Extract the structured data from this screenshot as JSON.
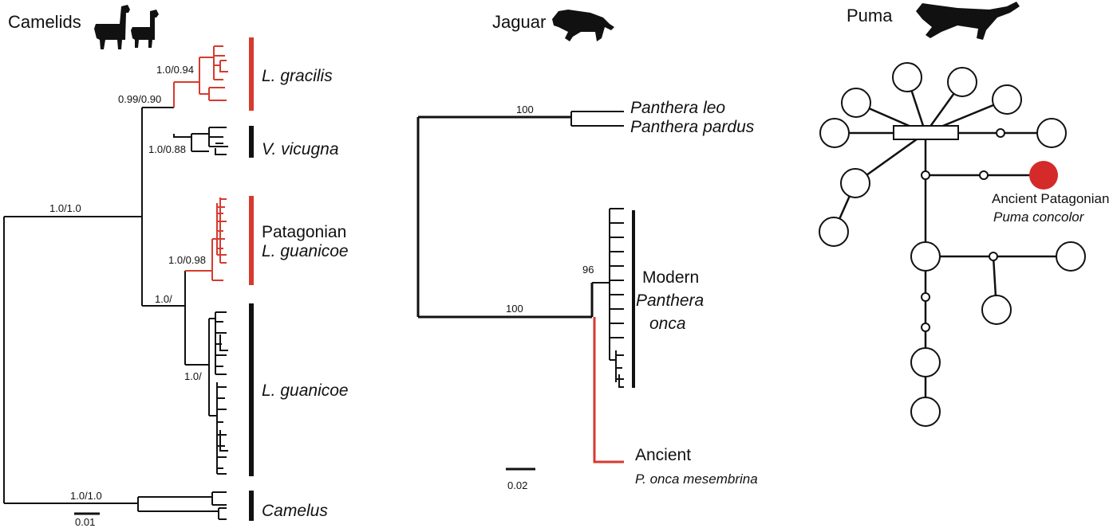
{
  "panels": {
    "camelids": {
      "title": "Camelids",
      "supports": {
        "root": "1.0/1.0",
        "main": "0.99/0.90",
        "gracilis": "1.0/0.94",
        "vicugna": "1.0/0.88",
        "patagonian": "1.0/0.98",
        "guanicoe_clade": "1.0/",
        "guanicoe_inner": "1.0/",
        "camelus": "1.0/1.0"
      },
      "taxa": {
        "gracilis": "L. gracilis",
        "vicugna": "V. vicugna",
        "patagonian_line1": "Patagonian",
        "patagonian_line2": "L. guanicoe",
        "guanicoe": "L. guanicoe",
        "camelus": "Camelus"
      },
      "scale_label": "0.01"
    },
    "jaguar": {
      "title": "Jaguar",
      "supports": {
        "root": "100",
        "outgroup": "100",
        "modern": "96"
      },
      "taxa": {
        "leo": "Panthera leo",
        "pardus": "Panthera pardus",
        "modern_line1": "Modern",
        "modern_line2": "Panthera",
        "modern_line3": "onca",
        "ancient_line1": "Ancient",
        "ancient_line2": "P. onca mesembrina"
      },
      "scale_label": "0.02"
    },
    "puma": {
      "title": "Puma",
      "ancient_label_line1": "Ancient Patagonian",
      "ancient_label_line2": "Puma concolor"
    }
  },
  "colors": {
    "ancient": "#d63a2f",
    "tree": "#111111"
  }
}
